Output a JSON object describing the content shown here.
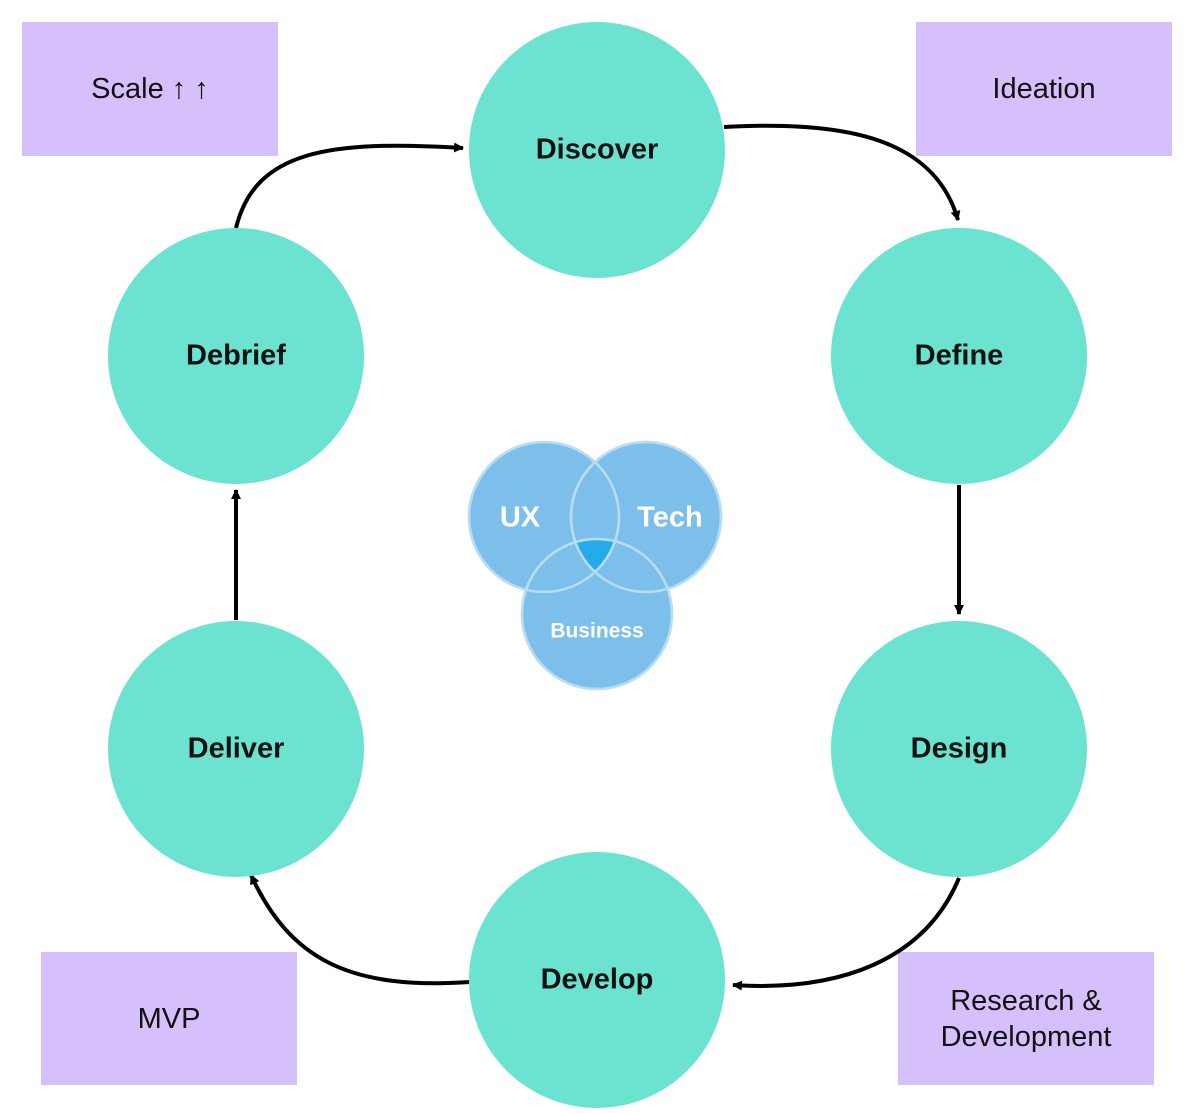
{
  "colors": {
    "stage_fill": "#6ce3d0",
    "phase_box_fill": "#d5c0fb",
    "arrow": "#000000",
    "venn_fill": "#7dbfeb",
    "venn_stroke": "#b9dcf5",
    "venn_center": "#25aaea",
    "text": "#111111",
    "venn_text": "#ffffff"
  },
  "stages": {
    "discover": "Discover",
    "define": "Define",
    "design": "Design",
    "develop": "Develop",
    "deliver": "Deliver",
    "debrief": "Debrief"
  },
  "phases": {
    "scale": "Scale ↑ ↑",
    "ideation": "Ideation",
    "mvp": "MVP",
    "rnd_line1": "Research &",
    "rnd_line2": "Development"
  },
  "venn": {
    "ux": "UX",
    "tech": "Tech",
    "business": "Business"
  }
}
